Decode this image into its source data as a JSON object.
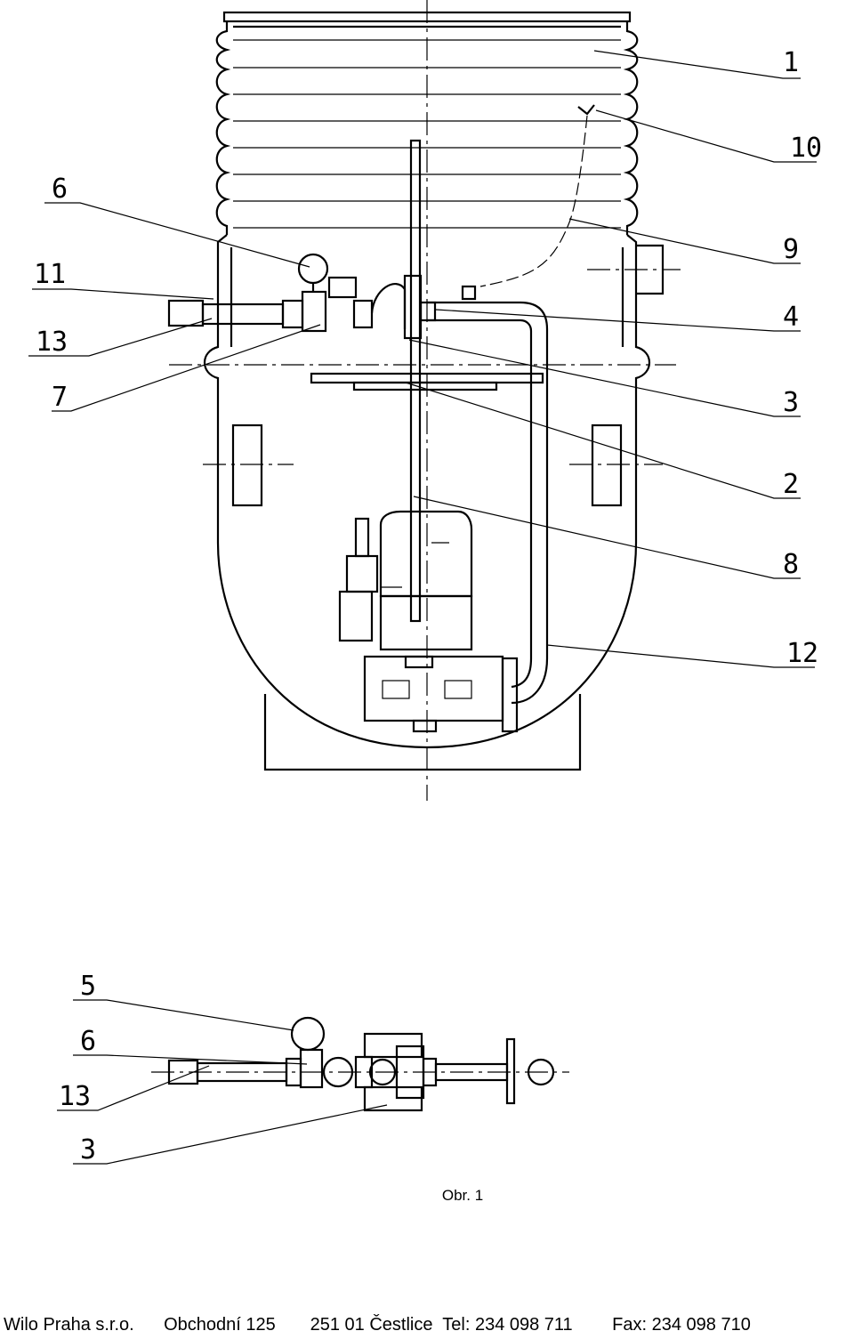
{
  "callouts": {
    "main_view": [
      "1",
      "10",
      "9",
      "4",
      "3",
      "2",
      "8",
      "12",
      "6",
      "11",
      "13",
      "7"
    ],
    "plan_view": [
      "5",
      "6",
      "13",
      "3"
    ]
  },
  "caption": "Obr. 1",
  "footer": {
    "company": "Wilo Praha s.r.o.",
    "street": "Obchodní 125",
    "city": "251 01   Čestlice",
    "tel": "Tel: 234 098 711",
    "fax": "Fax: 234 098 710"
  }
}
